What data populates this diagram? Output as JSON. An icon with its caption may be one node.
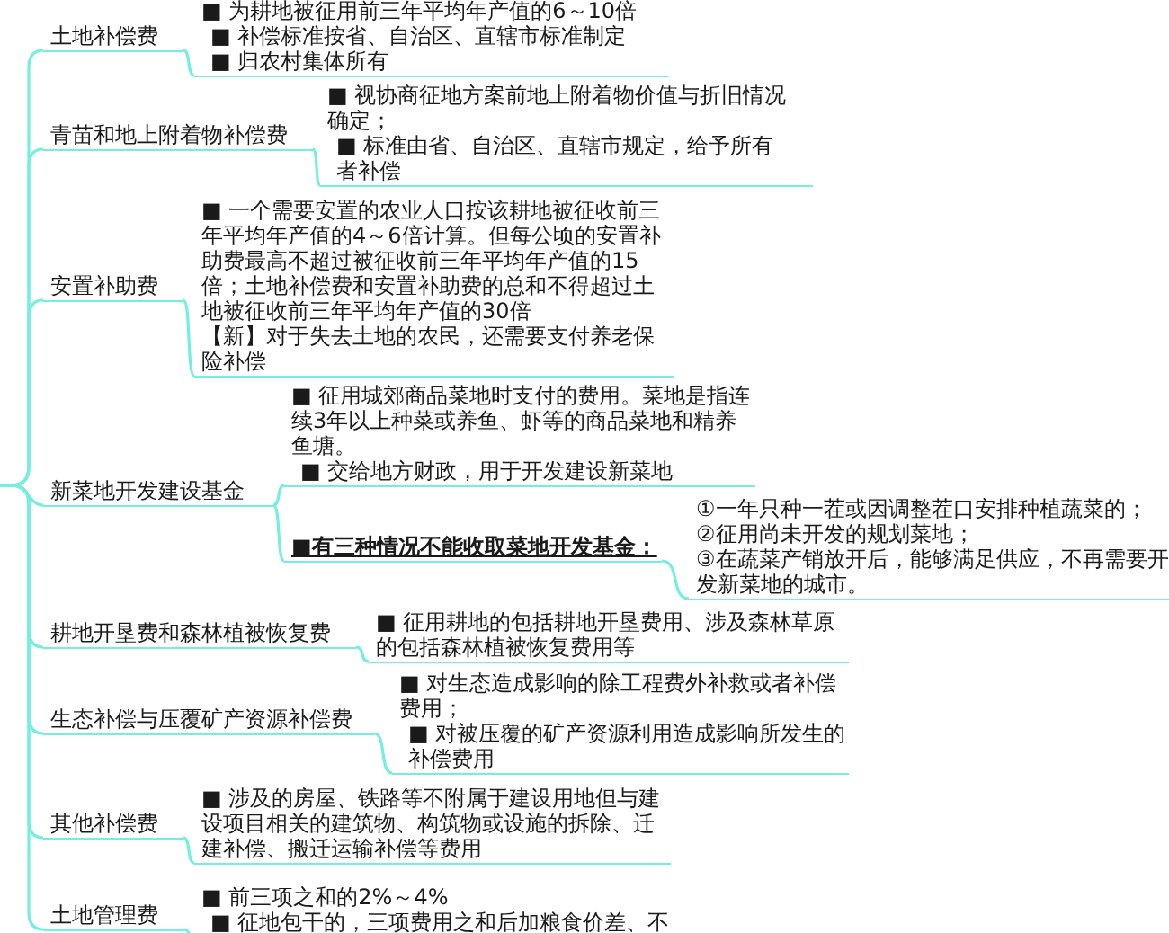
{
  "diagram": {
    "nodes": [
      {
        "text": [
          "土地补偿费"
        ]
      },
      {
        "text": [
          "■ 为耕地被征用前三年平均年产值的6～10倍",
          "■ 补偿标准按省、自治区、直辖市标准制定",
          "■ 归农村集体所有"
        ]
      },
      {
        "text": [
          "青苗和地上附着物补偿费"
        ]
      },
      {
        "text": [
          "■ 视协商征地方案前地上附着物价值与折旧情况确定；",
          "■ 标准由省、自治区、直辖市规定，给予所有者补偿"
        ]
      },
      {
        "text": [
          "安置补助费"
        ]
      },
      {
        "text": [
          "■ 一个需要安置的农业人口按该耕地被征收前三年平均年产值的4～6倍计算。但每公顷的安置补助费最高不超过被征收前三年平均年产值的15倍；土地补偿费和安置补助费的总和不得超过土地被征收前三年平均年产值的30倍",
          "【新】对于失去土地的农民，还需要支付养老保险补偿"
        ]
      },
      {
        "text": [
          "新菜地开发建设基金"
        ]
      },
      {
        "text": [
          "■ 征用城郊商品菜地时支付的费用。菜地是指连续3年以上种菜或养鱼、虾等的商品菜地和精养鱼塘。",
          "■ 交给地方财政，用于开发建设新菜地"
        ]
      },
      {
        "text": [
          "■有三种情况不能收取菜地开发基金："
        ]
      },
      {
        "text": [
          "①一年只种一茬或因调整茬口安排种植蔬菜的；",
          "②征用尚未开发的规划菜地；",
          "③在蔬菜产销放开后，能够满足供应，不再需要开发新菜地的城市。"
        ]
      },
      {
        "text": [
          "耕地开垦费和森林植被恢复费"
        ]
      },
      {
        "text": [
          "■ 征用耕地的包括耕地开垦费用、涉及森林草原的包括森林植被恢复费用等"
        ]
      },
      {
        "text": [
          "生态补偿与压覆矿产资源补偿费"
        ]
      },
      {
        "text": [
          "■ 对生态造成影响的除工程费外补救或者补偿费用；",
          "■ 对被压覆的矿产资源利用造成影响所发生的补偿费用"
        ]
      },
      {
        "text": [
          "其他补偿费"
        ]
      },
      {
        "text": [
          "■ 涉及的房屋、铁路等不附属于建设用地但与建设项目相关的建筑物、构筑物或设施的拆除、迁建补偿、搬迁运输补偿等费用"
        ]
      },
      {
        "text": [
          "土地管理费"
        ]
      },
      {
        "text": [
          "■ 前三项之和的2%～4%",
          "■ 征地包干的，三项费用之和后加粮食价差、不"
        ]
      }
    ],
    "edges": [
      {
        "from": null,
        "to": 0,
        "arrow": "none"
      },
      {
        "from": null,
        "to": 2,
        "arrow": "none"
      },
      {
        "from": null,
        "to": 4,
        "arrow": "none"
      },
      {
        "from": null,
        "to": 6,
        "arrow": "none"
      },
      {
        "from": null,
        "to": 10,
        "arrow": "none"
      },
      {
        "from": null,
        "to": 12,
        "arrow": "none"
      },
      {
        "from": null,
        "to": 14,
        "arrow": "none"
      },
      {
        "from": null,
        "to": 16,
        "arrow": "none"
      },
      {
        "from": 0,
        "to": 1,
        "arrow": "none"
      },
      {
        "from": 2,
        "to": 3,
        "arrow": "none"
      },
      {
        "from": 4,
        "to": 5,
        "arrow": "none"
      },
      {
        "from": 6,
        "to": 7,
        "arrow": "none"
      },
      {
        "from": 6,
        "to": 8,
        "arrow": "none"
      },
      {
        "from": 8,
        "to": 9,
        "arrow": "none"
      },
      {
        "from": 10,
        "to": 11,
        "arrow": "none"
      },
      {
        "from": 12,
        "to": 13,
        "arrow": "none"
      },
      {
        "from": 14,
        "to": 15,
        "arrow": "none"
      },
      {
        "from": 16,
        "to": 17,
        "arrow": "none"
      }
    ]
  }
}
